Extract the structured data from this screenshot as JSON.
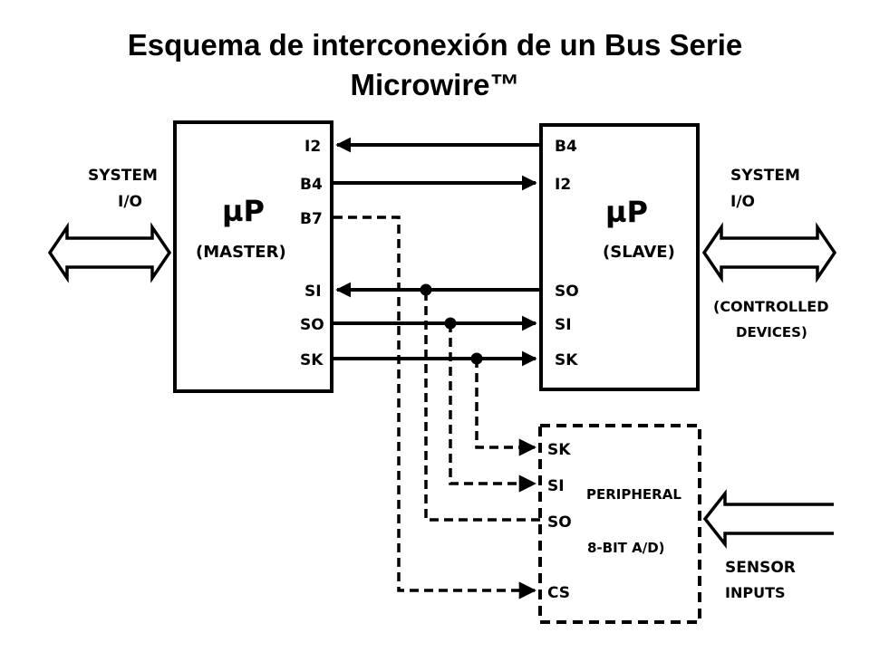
{
  "title": {
    "line1": "Esquema de interconexión de un Bus Serie",
    "line2": "Microwire™"
  },
  "master": {
    "chip": "µP",
    "role": "(MASTER)",
    "pins": [
      "I2",
      "B4",
      "B7",
      "SI",
      "SO",
      "SK"
    ]
  },
  "slave": {
    "chip": "µP",
    "role": "(SLAVE)",
    "pins": [
      "B4",
      "I2",
      "SO",
      "SI",
      "SK"
    ]
  },
  "peripheral": {
    "name": "PERIPHERAL",
    "type": "8-BIT A/D)",
    "pins": [
      "SK",
      "SI",
      "SO",
      "CS"
    ]
  },
  "left_io": {
    "line1": "SYSTEM",
    "line2": "I/O"
  },
  "right_io": {
    "line1": "SYSTEM",
    "line2": "I/O",
    "note1": "(CONTROLLED",
    "note2": "DEVICES)"
  },
  "sensor": {
    "line1": "SENSOR",
    "line2": "INPUTS"
  },
  "colors": {
    "ink": "#000000",
    "background": "#ffffff"
  }
}
